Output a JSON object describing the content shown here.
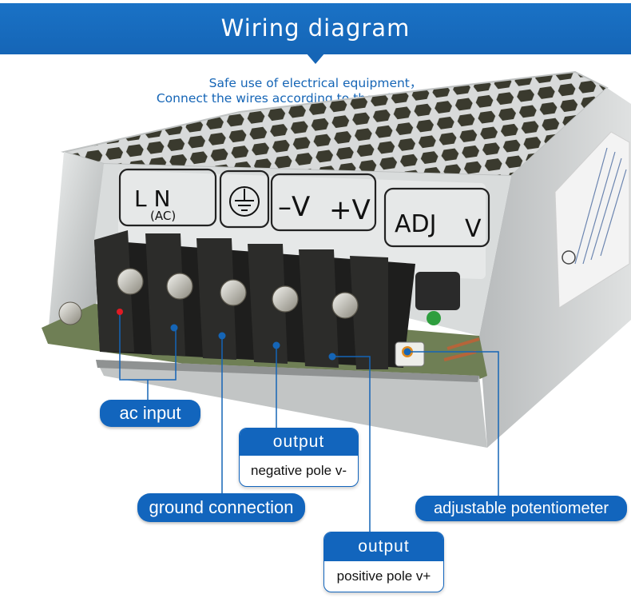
{
  "header": {
    "title": "Wiring diagram"
  },
  "subtitle": {
    "line1": "Safe use of electrical equipment，",
    "line2": "Connect the wires according to the wiring diagram."
  },
  "terminal_labels": {
    "l_n": "L    N",
    "ac": "(AC)",
    "ground_symbol": "ground",
    "v_neg": "–V",
    "v_pos": "+V",
    "adj": "ADJ",
    "v": "V"
  },
  "callouts": {
    "ac_input": "ac input",
    "ground": "ground connection",
    "adjustable": "adjustable potentiometer",
    "output_neg": {
      "head": "output",
      "body": "negative pole v-"
    },
    "output_pos": {
      "head": "output",
      "body": "positive pole v+"
    }
  },
  "colors": {
    "brand_blue": "#1565b6",
    "pill_blue": "#1265bd",
    "marker_red": "#e01b24"
  }
}
